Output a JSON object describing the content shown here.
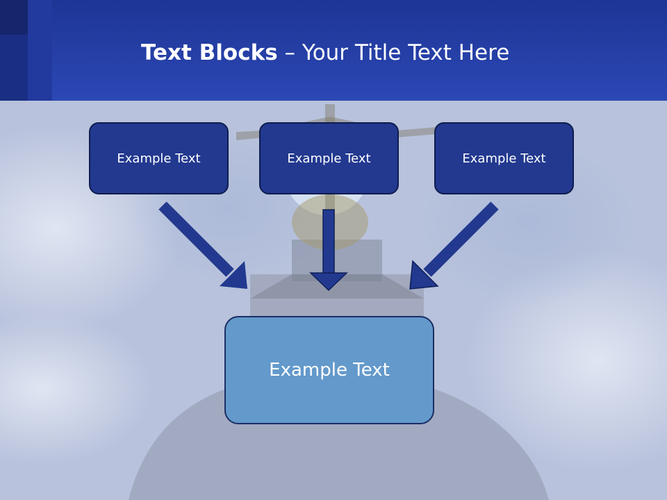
{
  "header": {
    "title_bold": "Text Blocks",
    "title_separator": " – ",
    "title_rest": "Your Title Text Here"
  },
  "source_blocks": [
    "Example Text",
    "Example Text",
    "Example Text"
  ],
  "target_block": "Example Text",
  "colors": {
    "header_blue": "#2c48b5",
    "block_blue": "#22398f",
    "target_blue": "#6399cb",
    "arrow_blue": "#22398f"
  }
}
